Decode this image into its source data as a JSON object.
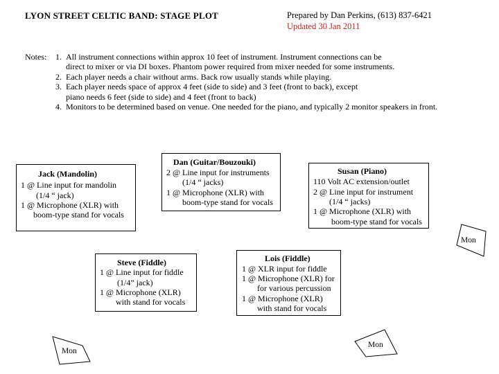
{
  "header": {
    "title": "LYON STREET CELTIC BAND: STAGE PLOT",
    "prepared_by": "Prepared by Dan Perkins, (613) 837-6421",
    "updated": "Updated 30 Jan 2011"
  },
  "notes": {
    "label": "Notes:",
    "items": [
      {
        "num": "1.",
        "lines": [
          "All instrument connections within approx 10 feet of instrument.  Instrument connections can be",
          "direct to mixer or via DI boxes.  Phantom power required from mixer needed for some instruments."
        ]
      },
      {
        "num": "2.",
        "lines": [
          "Each player needs a chair without arms.  Back row usually stands while playing."
        ]
      },
      {
        "num": "3.",
        "lines": [
          "Each player needs space of approx 4 feet (side to side) and 3 feet (front to back), except",
          "piano needs 6 feet (side to side) and 4 feet (front to back)"
        ]
      },
      {
        "num": "4.",
        "lines": [
          "Monitors to be determined based on venue.  One needed for the piano, and typically 2 monitor speakers in  front."
        ]
      }
    ]
  },
  "players": {
    "jack": {
      "name": "Jack (Mandolin)",
      "lines": [
        "1 @ Line input for mandolin",
        "(1/4 “ jack)",
        "1 @ Microphone (XLR) with",
        "boom-type stand for vocals"
      ]
    },
    "dan": {
      "name": "Dan (Guitar/Bouzouki)",
      "lines": [
        "2 @ Line input for instruments",
        "(1/4 “ jacks)",
        "1 @ Microphone (XLR) with",
        "boom-type stand for vocals"
      ]
    },
    "susan": {
      "name": "Susan (Piano)",
      "lines": [
        "110 Volt AC extension/outlet",
        "2 @ Line input for instrument",
        "(1/4 “ jacks)",
        "1 @ Microphone (XLR) with",
        "boom-type stand for vocals"
      ]
    },
    "steve": {
      "name": "Steve (Fiddle)",
      "lines": [
        "1 @ Line input for fiddle",
        "(1/4” jack)",
        "1 @ Microphone (XLR)",
        "with stand for vocals"
      ]
    },
    "lois": {
      "name": "Lois (Fiddle)",
      "lines": [
        "1 @ XLR input for fiddle",
        "1 @ Microphone (XLR) for",
        "for various percussion",
        "1 @ Microphone (XLR)",
        "with stand for vocals"
      ]
    }
  },
  "monitors": {
    "right": "Mon",
    "bottom_left": "Mon",
    "bottom_right": "Mon"
  }
}
